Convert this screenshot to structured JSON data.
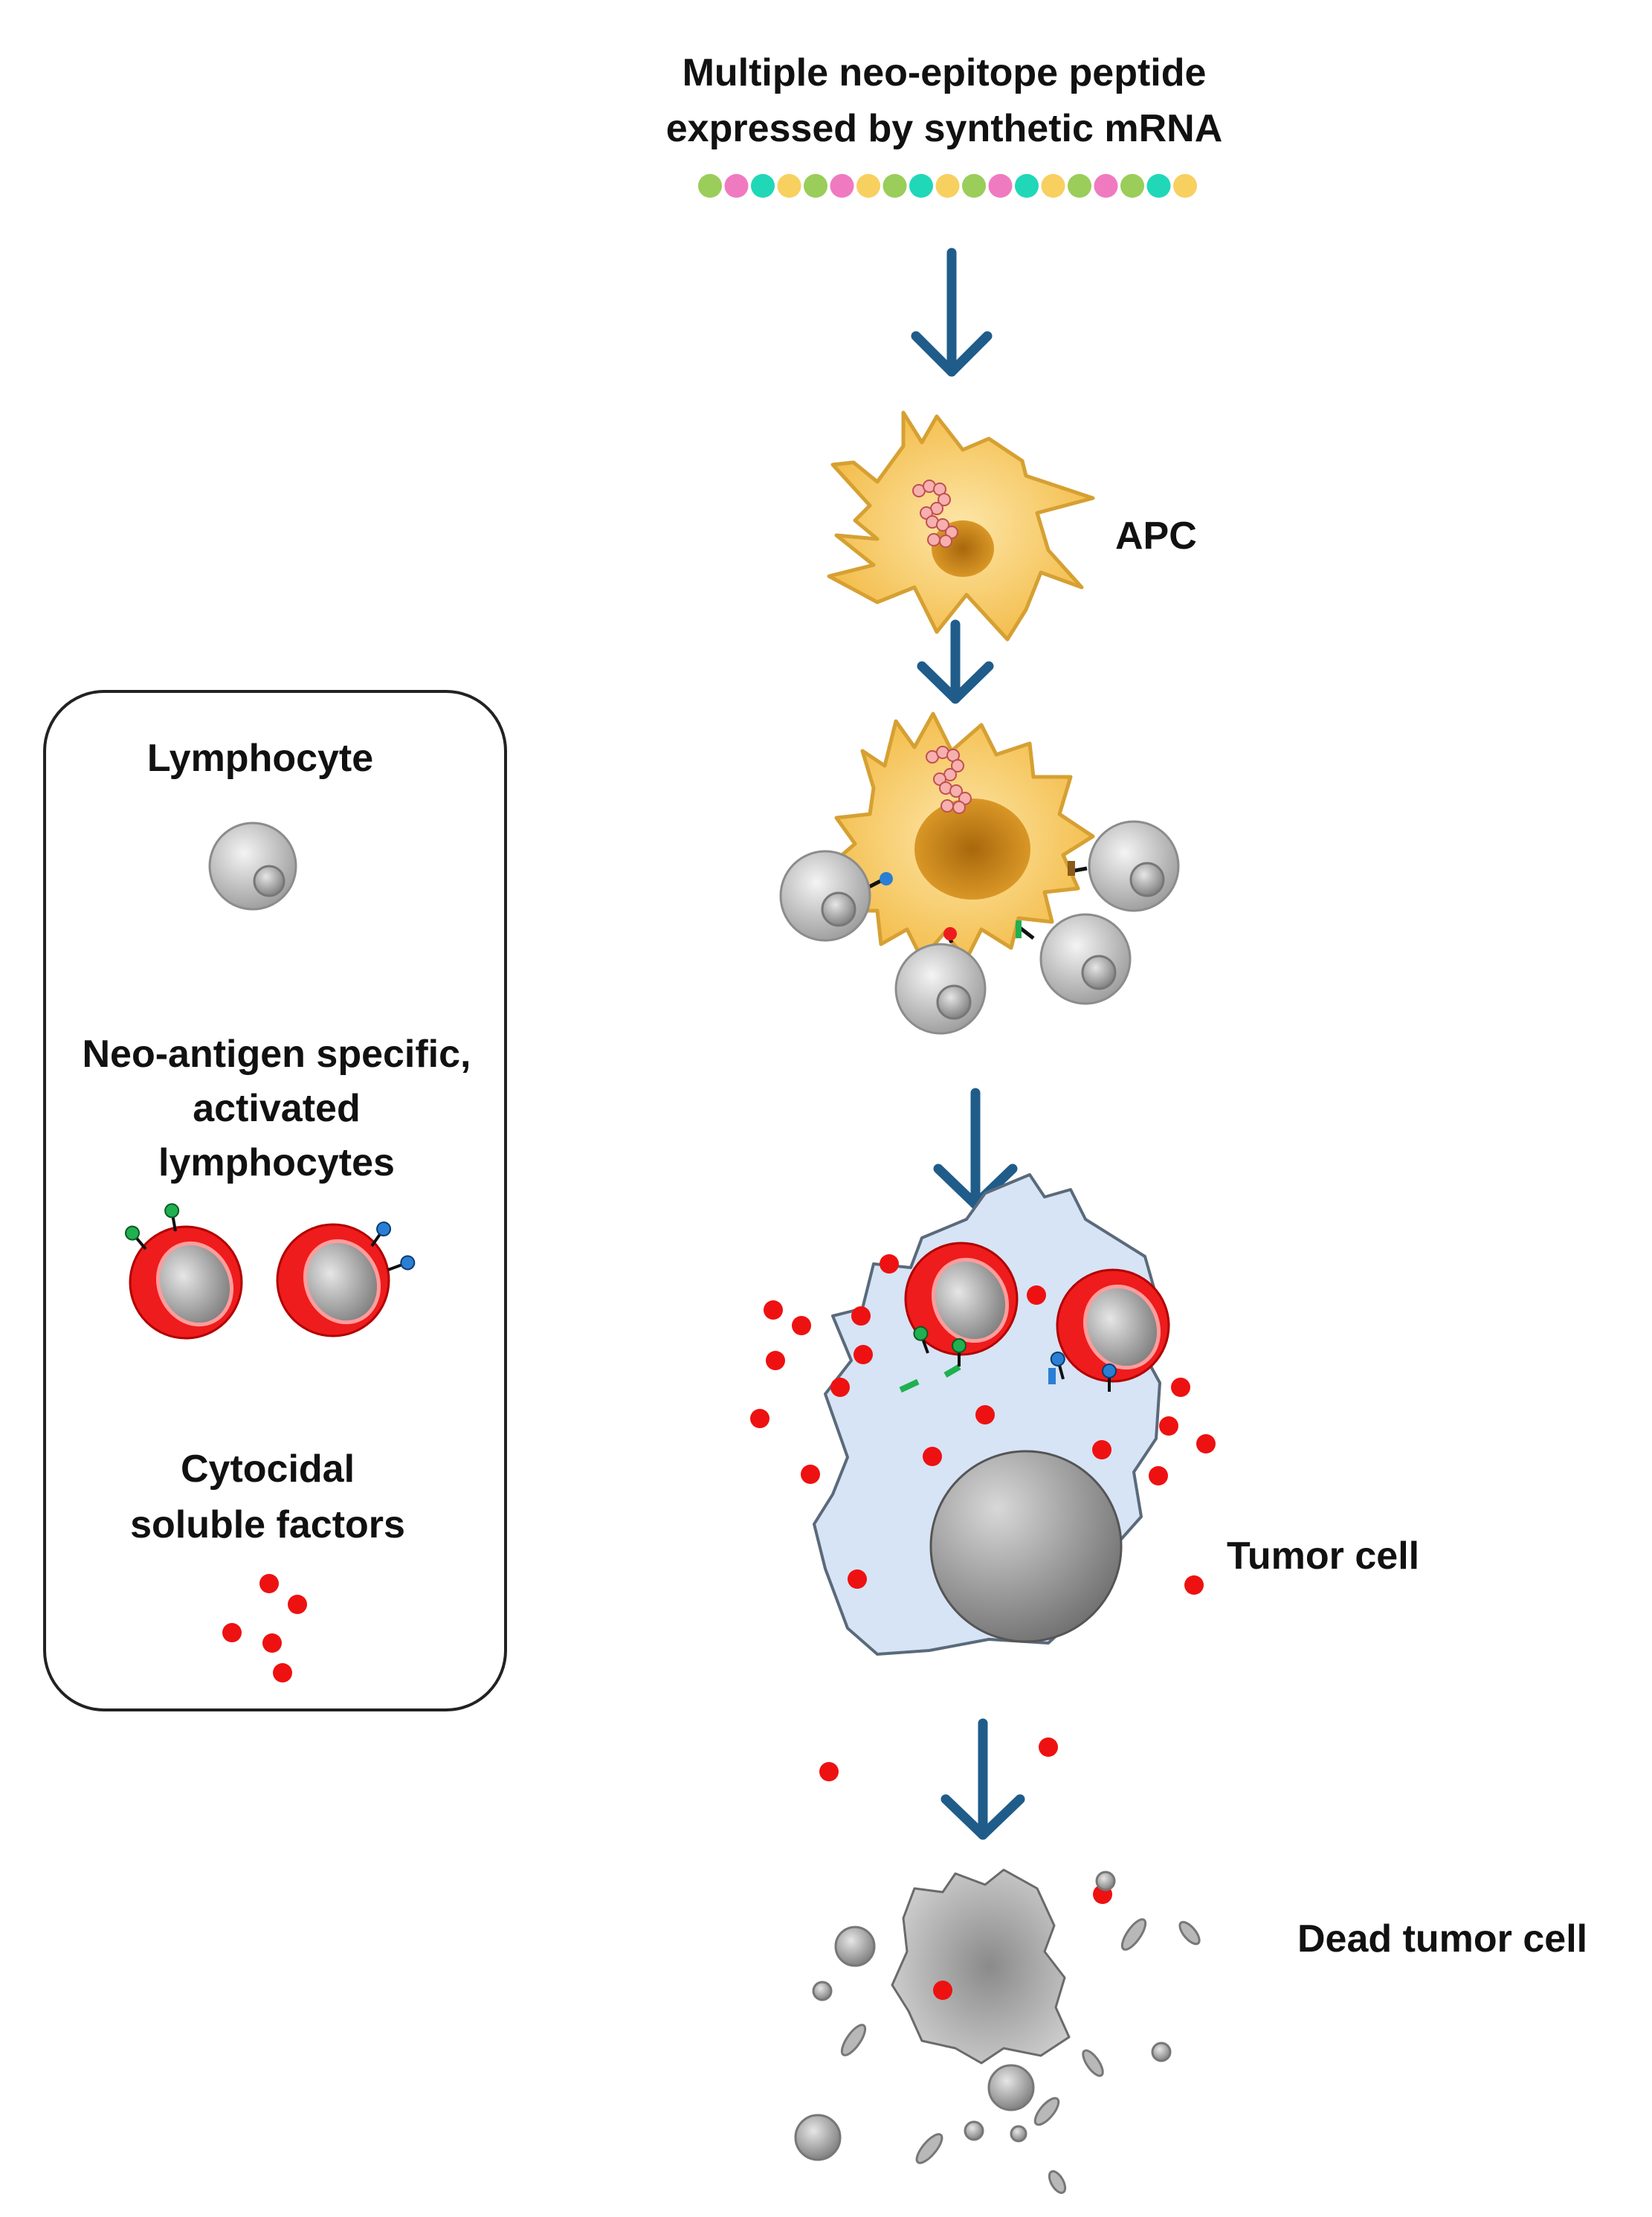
{
  "title": {
    "line1": "Multiple neo-epitope peptide",
    "line2": "expressed by synthetic mRNA"
  },
  "labels": {
    "apc": "APC",
    "tumor_cell": "Tumor cell",
    "dead_tumor_cell": "Dead tumor cell"
  },
  "legend": {
    "lymphocyte": "Lymphocyte",
    "activated_line1": "Neo-antigen specific,",
    "activated_line2": "activated",
    "activated_line3": "lymphocytes",
    "factors_line1": "Cytocidal",
    "factors_line2": "soluble factors"
  },
  "peptide_bead_colors": [
    "#9acd5a",
    "#f07ac0",
    "#20d8b8",
    "#f7d060"
  ],
  "colors": {
    "arrow": "#1f5c8a",
    "apc_fill": "#f4be4a",
    "apc_stroke": "#d6a032",
    "lymphocyte": "#b8b8b8",
    "activated_ring": "#ee1c1c",
    "tumor_fill": "#d6e4f5",
    "soluble_factor": "#ee1111"
  },
  "icons": [
    "down-arrow-icon",
    "peptide-chain-icon",
    "apc-cell-icon",
    "lymphocyte-icon",
    "activated-lymphocyte-icon",
    "tumor-cell-icon",
    "dead-tumor-cell-icon",
    "soluble-factor-dot-icon"
  ]
}
